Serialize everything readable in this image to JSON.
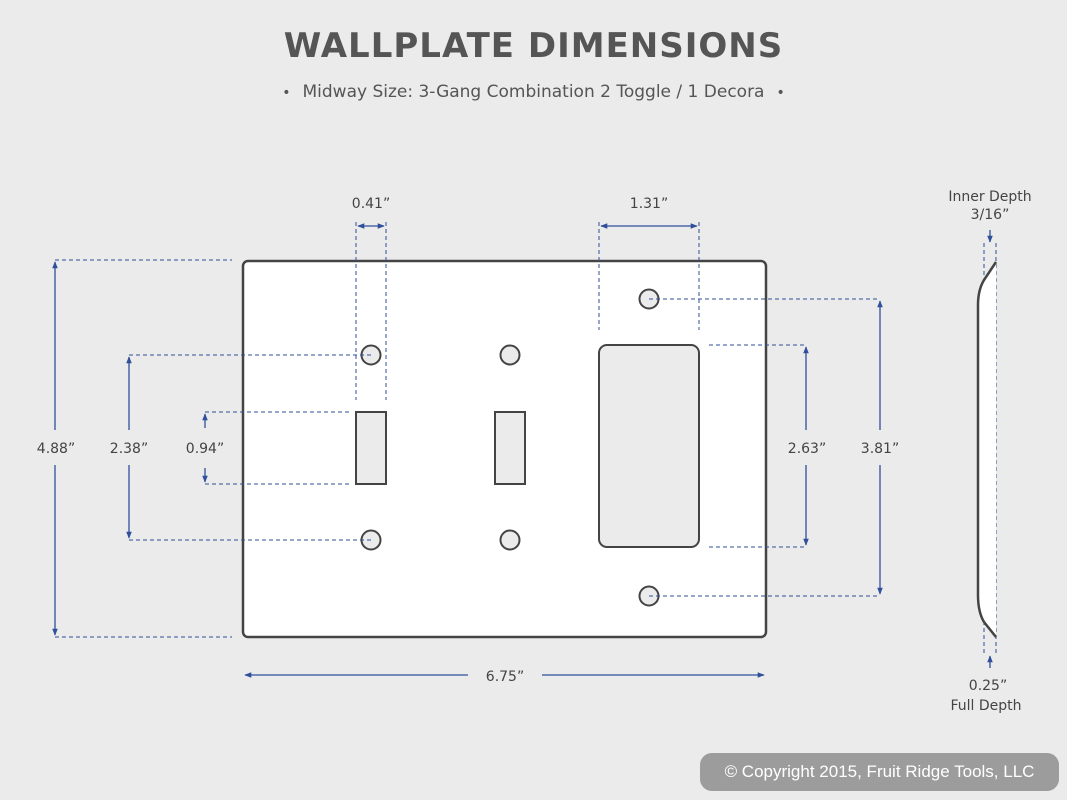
{
  "title": "WALLPLATE DIMENSIONS",
  "subtitle": "Midway Size: 3-Gang Combination 2 Toggle / 1 Decora",
  "dimensions": {
    "toggle_opening_width": "0.41”",
    "decora_opening_width": "1.31”",
    "plate_height": "4.88”",
    "toggle_screw_spacing": "2.38”",
    "toggle_opening_height": "0.94”",
    "decora_opening_height": "2.63”",
    "decora_screw_spacing": "3.81”",
    "plate_width": "6.75”"
  },
  "side_view": {
    "inner_depth_label": "Inner Depth",
    "inner_depth_value": "3/16”",
    "full_depth_value": "0.25”",
    "full_depth_label": "Full Depth"
  },
  "copyright": "© Copyright 2015, Fruit Ridge Tools, LLC",
  "colors": {
    "background": "#ebebeb",
    "plate_outline": "#444444",
    "dimension_line": "#2f4f9a",
    "text": "#555555"
  }
}
